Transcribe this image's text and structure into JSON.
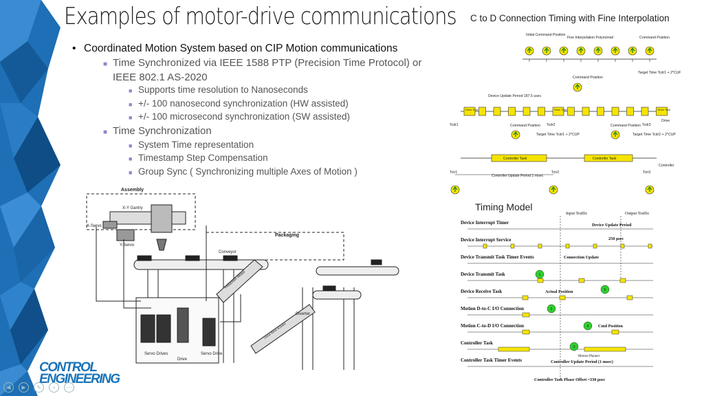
{
  "slide": {
    "title": "Examples of motor-drive communications",
    "bullets": {
      "l1": "Coordinated Motion System based on CIP Motion communications",
      "l2a": "Time Synchronized via IEEE 1588 PTP (Precision Time Protocol) or IEEE 802.1 AS-2020",
      "l3a": "Supports time resolution to Nanoseconds",
      "l3b": "+/- 100 nanosecond synchronization (HW assisted)",
      "l3c": "+/- 100 microsecond synchronization (SW assisted)",
      "l2b": "Time Synchronization",
      "l3d": "System Time representation",
      "l3e": "Timestamp Step Compensation",
      "l3f": "Group Sync ( Synchronizing multiple Axes of Motion )"
    },
    "logo": {
      "line1": "CONTROL",
      "line2": "ENGINEERING"
    },
    "brand_color": "#1a73b8",
    "accent_color": "#f5e400"
  },
  "machine": {
    "assembly": "Assembly",
    "xy_gantry": "X-Y Gantry",
    "x_servo": "X-Servo",
    "y_servo": "Y-Servo",
    "packaging": "Packaging",
    "conveyor": "Conveyor",
    "induction_motor": "Induction Motor",
    "diverter": "Diverter",
    "linear_actuator": "Linear Motor Actuator",
    "servo_drives": "Servo Drives",
    "drive": "Drive",
    "servo_drive": "Servo Drive"
  },
  "ctod": {
    "title": "C to D Connection Timing with Fine Interpolation",
    "initial_cmd": "Initial Command Position",
    "fine_interp": "Fine Interpolation Polynomial",
    "command_pos": "Command Position",
    "target_time_1": "Target Time Tcdr1 + 2*CUP",
    "target_time_2": "Target Time Tcdr2 + 2*CUP",
    "dev_update_period": "Device Update Period 187.5 usec",
    "drive_task": "Drive Task",
    "drive": "Drive",
    "tcdr1": "Tcdr1",
    "tcdr2": "Tcdr2",
    "tcdr3": "Tcdr3",
    "controller_task": "Controller Task",
    "controller": "Controller",
    "tctr1": "Tctr1",
    "tctr2": "Tctr2",
    "tctr3": "Tctr3",
    "ctrl_update_period": "Controller Update Period 1 msec"
  },
  "timing": {
    "title": "Timing Model",
    "input_traffic": "Input Traffic",
    "output_traffic": "Output Traffic",
    "device_update_period": "Device Update Period",
    "usec250": "250 µsec",
    "connection_update": "Connection Update",
    "actual_position": "Actual Position",
    "cmd_position": "Cmd Position",
    "motion_planner": "Motion Planner",
    "ctrl_update_period": "Controller Update Period (1 msec)",
    "phase_offset": "Controller Task Phase Offset ~330 µsec",
    "rows": [
      "Device Interrupt Timer",
      "Device Interrupt Service",
      "Device Transmit Task Timer Events",
      "Device Transmit Task",
      "Device Receive Task",
      "Motion D-to-C I/O Connection",
      "Motion C-to-D I/O Connection",
      "Controller Task",
      "Controller Task Timer Events"
    ],
    "steps": [
      "1",
      "2",
      "3",
      "4",
      "5"
    ]
  }
}
